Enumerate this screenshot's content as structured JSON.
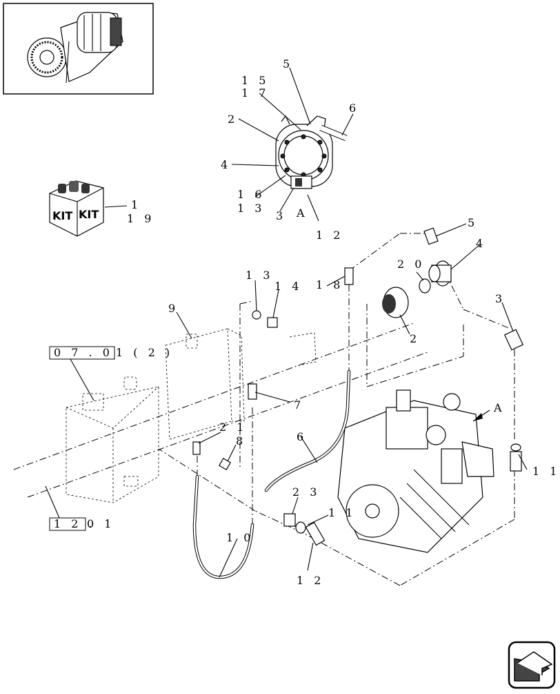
{
  "inset": {
    "kit_label": "KIT"
  },
  "refs": {
    "ref_0701": {
      "box": "0 7 . 0",
      "tail": "1 ( 2 )"
    },
    "ref_1201": {
      "box": "1 2 .",
      "tail": "0 1"
    }
  },
  "labels": {
    "top_5": "5",
    "top_15": "1 5",
    "top_17": "1 7",
    "top_6": "6",
    "top_2": "2",
    "top_4": "4",
    "top_16": "1 6",
    "top_13": "1 3",
    "top_3": "3",
    "top_A": "A",
    "top_12": "1 2",
    "kit_1": "1",
    "kit_19": "1 9",
    "r_5": "5",
    "r_4": "4",
    "r_20": "2 0",
    "r_18": "1 8",
    "r_13": "1 3",
    "r_14": "1 4",
    "r_3": "3",
    "r_2": "2",
    "r_9": "9",
    "r_7": "7",
    "r_A": "A",
    "r_21": "2 1",
    "r_8": "8",
    "r_6": "6",
    "r_11a": "1 1",
    "r_23": "2 3",
    "r_11b": "1 1",
    "r_10": "1 0",
    "r_12": "1 2"
  },
  "icons": [
    "kit-box-icon",
    "next-page-arrow-icon"
  ]
}
